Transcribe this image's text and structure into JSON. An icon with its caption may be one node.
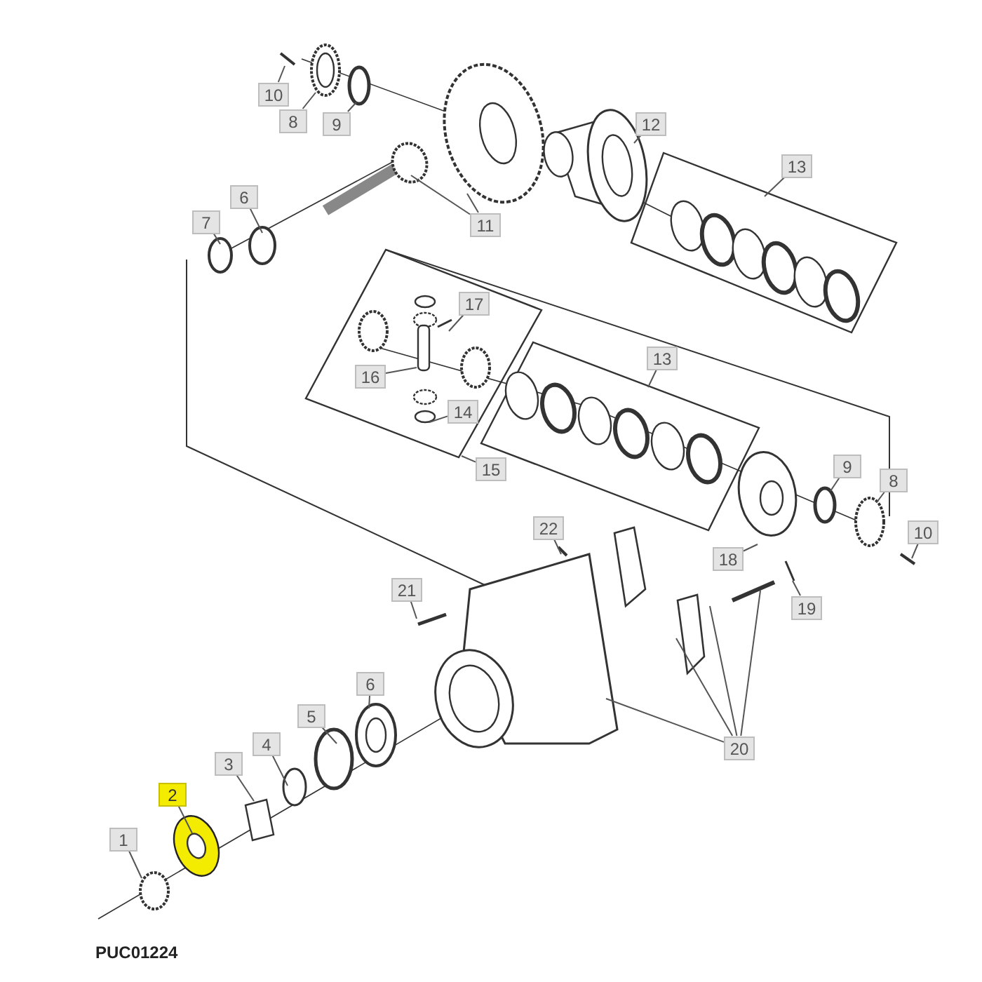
{
  "diagram": {
    "nodes": [
      {
        "text": [
          "10"
        ]
      },
      {
        "text": [
          "8"
        ]
      },
      {
        "text": [
          "9"
        ]
      },
      {
        "text": [
          "12"
        ]
      },
      {
        "text": [
          "6"
        ]
      },
      {
        "text": [
          "13"
        ]
      },
      {
        "text": [
          "7"
        ]
      },
      {
        "text": [
          "11"
        ]
      },
      {
        "text": [
          "17"
        ]
      },
      {
        "text": [
          "13"
        ]
      },
      {
        "text": [
          "16"
        ]
      },
      {
        "text": [
          "14"
        ]
      },
      {
        "text": [
          "15"
        ]
      },
      {
        "text": [
          "9"
        ]
      },
      {
        "text": [
          "8"
        ]
      },
      {
        "text": [
          "10"
        ]
      },
      {
        "text": [
          "22"
        ]
      },
      {
        "text": [
          "18"
        ]
      },
      {
        "text": [
          "21"
        ]
      },
      {
        "text": [
          "19"
        ]
      },
      {
        "text": [
          "6"
        ]
      },
      {
        "text": [
          "5"
        ]
      },
      {
        "text": [
          "4"
        ]
      },
      {
        "text": [
          "20"
        ]
      },
      {
        "text": [
          "3"
        ]
      },
      {
        "text": [
          "2"
        ]
      },
      {
        "text": [
          "1"
        ]
      }
    ],
    "edges": [
      {
        "from": 0,
        "to": null,
        "arrow": "none"
      },
      {
        "from": 1,
        "to": null,
        "arrow": "none"
      },
      {
        "from": 2,
        "to": null,
        "arrow": "none"
      },
      {
        "from": 3,
        "to": null,
        "arrow": "none"
      },
      {
        "from": 4,
        "to": null,
        "arrow": "none"
      },
      {
        "from": 5,
        "to": null,
        "arrow": "none"
      },
      {
        "from": 6,
        "to": null,
        "arrow": "none"
      },
      {
        "from": 7,
        "to": null,
        "arrow": "none"
      },
      {
        "from": 7,
        "to": null,
        "arrow": "none"
      },
      {
        "from": 8,
        "to": null,
        "arrow": "none"
      },
      {
        "from": 9,
        "to": null,
        "arrow": "none"
      },
      {
        "from": 10,
        "to": null,
        "arrow": "none"
      },
      {
        "from": 11,
        "to": null,
        "arrow": "none"
      },
      {
        "from": 12,
        "to": null,
        "arrow": "none"
      },
      {
        "from": 13,
        "to": null,
        "arrow": "none"
      },
      {
        "from": 14,
        "to": null,
        "arrow": "none"
      },
      {
        "from": 15,
        "to": null,
        "arrow": "none"
      },
      {
        "from": 16,
        "to": null,
        "arrow": "none"
      },
      {
        "from": 17,
        "to": null,
        "arrow": "none"
      },
      {
        "from": 18,
        "to": null,
        "arrow": "none"
      },
      {
        "from": 19,
        "to": null,
        "arrow": "none"
      },
      {
        "from": 20,
        "to": null,
        "arrow": "none"
      },
      {
        "from": 21,
        "to": null,
        "arrow": "none"
      },
      {
        "from": 22,
        "to": null,
        "arrow": "none"
      },
      {
        "from": 23,
        "to": null,
        "arrow": "none"
      },
      {
        "from": 23,
        "to": null,
        "arrow": "none"
      },
      {
        "from": 23,
        "to": null,
        "arrow": "none"
      },
      {
        "from": 23,
        "to": null,
        "arrow": "none"
      },
      {
        "from": 24,
        "to": null,
        "arrow": "none"
      },
      {
        "from": 25,
        "to": null,
        "arrow": "none"
      },
      {
        "from": 26,
        "to": null,
        "arrow": "none"
      }
    ],
    "labels": [
      "PUC01224"
    ]
  }
}
